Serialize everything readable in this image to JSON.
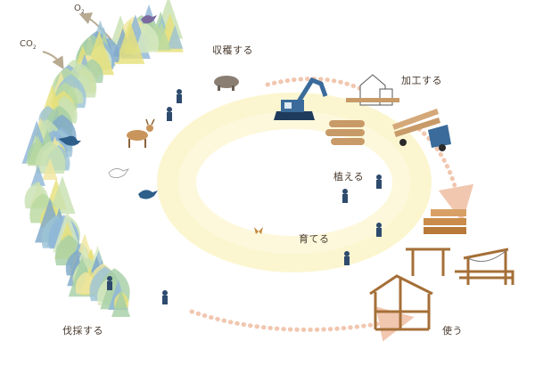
{
  "gases": {
    "o2": {
      "base": "O",
      "sub": "2"
    },
    "co2": {
      "base": "CO",
      "sub": "2"
    }
  },
  "stages": {
    "harvest": "収穫する",
    "process": "加工する",
    "plant": "植える",
    "grow": "育てる",
    "thin": "伐採する",
    "use": "使う"
  },
  "colors": {
    "arrow": "#f1c7b0",
    "glow": "#fbf4c8",
    "gas_arrow": "#b7aa91",
    "tree_blue": "#8fb6d8",
    "tree_green": "#b9d9a0",
    "tree_yellow": "#e7e07b",
    "machine_blue": "#3a6b9a",
    "log": "#c89a68",
    "wood": "#c98c4a"
  },
  "icons": [
    "bird-icon",
    "deer-icon",
    "boar-icon",
    "excavator-icon",
    "sawmill-icon",
    "truck-icon",
    "log-pile-icon",
    "lumber-icon",
    "playground-icon",
    "cabin-frame-icon",
    "butterfly-icon",
    "worker-icon"
  ]
}
